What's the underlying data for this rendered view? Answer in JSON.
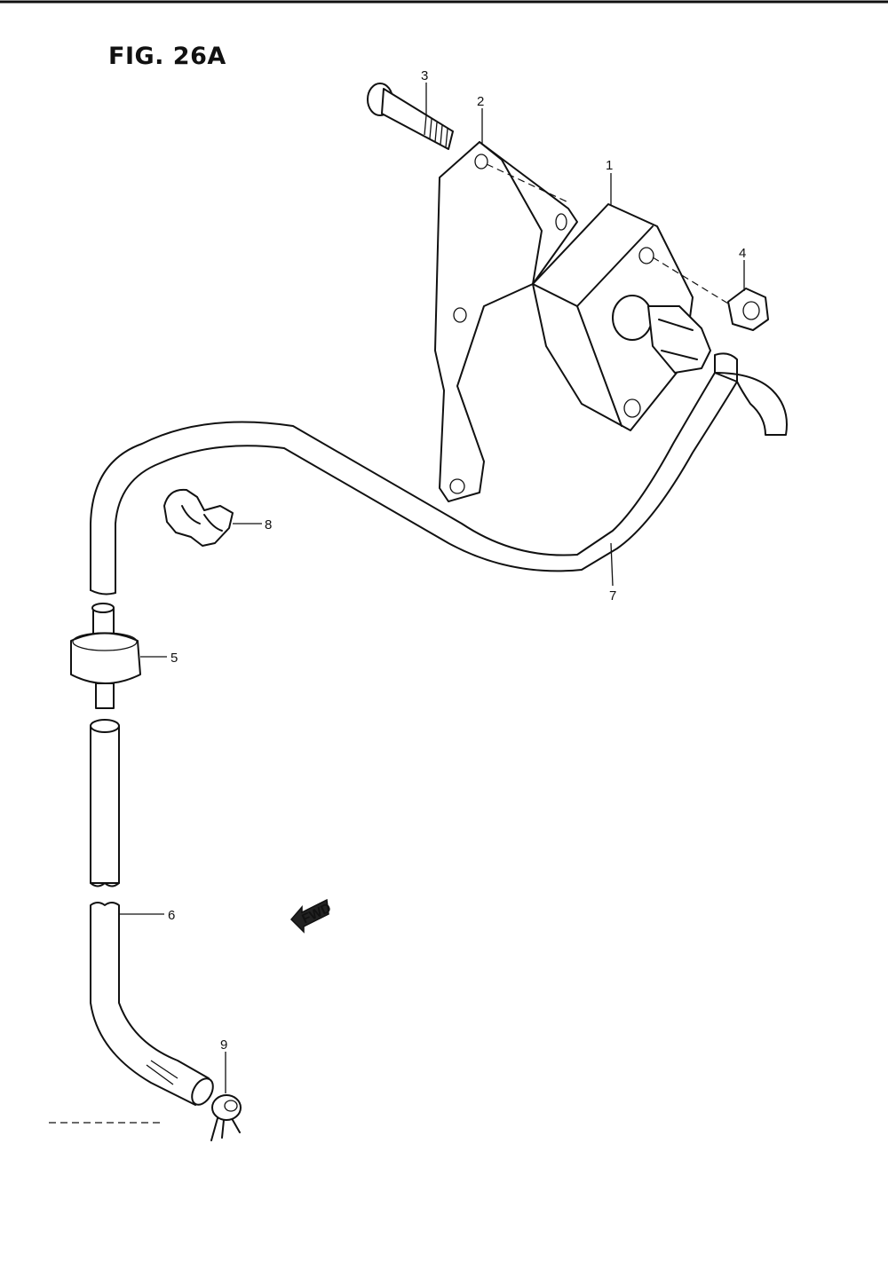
{
  "figure": {
    "title": "FIG. 26A"
  },
  "callouts": [
    {
      "id": "1",
      "text": "1"
    },
    {
      "id": "2",
      "text": "2"
    },
    {
      "id": "3",
      "text": "3"
    },
    {
      "id": "4",
      "text": "4"
    },
    {
      "id": "5",
      "text": "5"
    },
    {
      "id": "6",
      "text": "6"
    },
    {
      "id": "7",
      "text": "7"
    },
    {
      "id": "8",
      "text": "8"
    },
    {
      "id": "9",
      "text": "9"
    }
  ],
  "direction_marker": {
    "text": "FWD"
  }
}
